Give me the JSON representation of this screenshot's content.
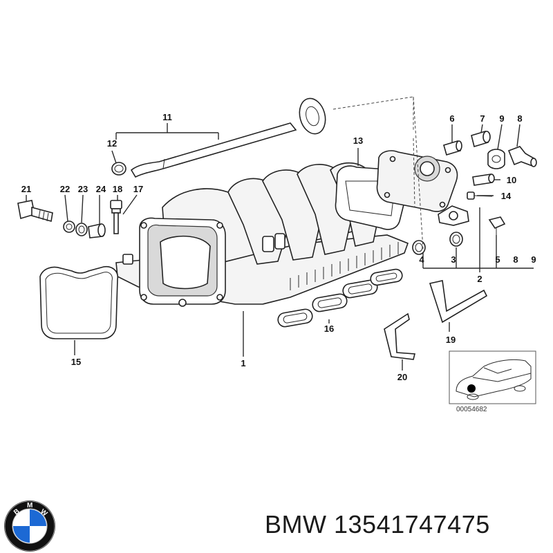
{
  "callouts": {
    "c1": "1",
    "c2": "2",
    "c3": "3",
    "c4": "4",
    "c5": "5",
    "c6": "6",
    "c7": "7",
    "c8": "8",
    "c9": "9",
    "c10": "10",
    "c11": "11",
    "c12": "12",
    "c13": "13",
    "c14": "14",
    "c15": "15",
    "c16": "16",
    "c17": "17",
    "c18": "18",
    "c19": "19",
    "c20": "20",
    "c21": "21",
    "c22": "22",
    "c23": "23",
    "c24": "24",
    "row_4": "4",
    "row_3": "3",
    "row_5": "5",
    "row_8": "8",
    "row_9": "9"
  },
  "inset": {
    "reference_code": "00054682"
  },
  "logo": {
    "letters": "BMW",
    "colors": {
      "ring": "#111111",
      "blue": "#1c69d4",
      "white": "#ffffff"
    }
  },
  "caption": {
    "brand": "BMW",
    "part_number": "13541747475"
  }
}
